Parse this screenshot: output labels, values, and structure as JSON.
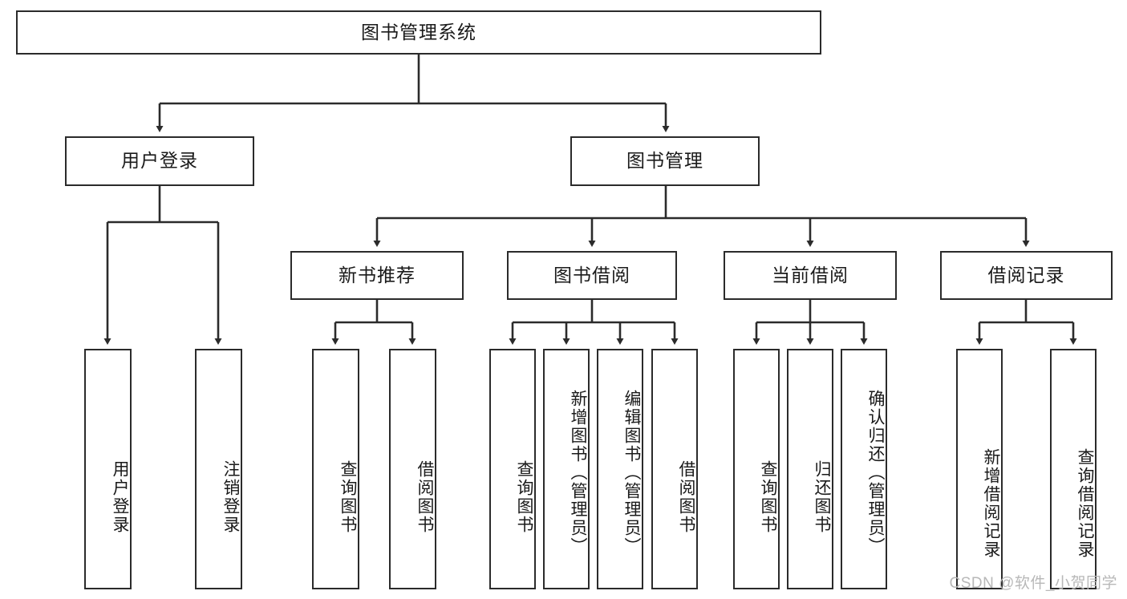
{
  "diagram": {
    "title": "图书管理系统",
    "watermark": "CSDN @软件_小贺同学",
    "style": {
      "border_color": "#2b2b2b",
      "background": "#ffffff",
      "text_color": "#1a1a1a",
      "watermark_color": "#b8b8b8"
    },
    "levels": {
      "root": {
        "label": "图书管理系统"
      },
      "level2": [
        {
          "label": "用户登录"
        },
        {
          "label": "图书管理"
        }
      ],
      "level3": [
        {
          "label": "新书推荐"
        },
        {
          "label": "图书借阅"
        },
        {
          "label": "当前借阅"
        },
        {
          "label": "借阅记录"
        }
      ],
      "leaves": [
        {
          "label": "用户登录",
          "parent": "用户登录"
        },
        {
          "label": "注销登录",
          "parent": "用户登录"
        },
        {
          "label": "查询图书",
          "parent": "新书推荐"
        },
        {
          "label": "借阅图书",
          "parent": "新书推荐"
        },
        {
          "label": "查询图书",
          "parent": "图书借阅"
        },
        {
          "label": "新增图书（管理员）",
          "parent": "图书借阅"
        },
        {
          "label": "编辑图书（管理员）",
          "parent": "图书借阅"
        },
        {
          "label": "借阅图书",
          "parent": "图书借阅"
        },
        {
          "label": "查询图书",
          "parent": "当前借阅"
        },
        {
          "label": "归还图书",
          "parent": "当前借阅"
        },
        {
          "label": "确认归还（管理员）",
          "parent": "当前借阅"
        },
        {
          "label": "新增借阅记录",
          "parent": "借阅记录"
        },
        {
          "label": "查询借阅记录",
          "parent": "借阅记录"
        }
      ]
    }
  }
}
